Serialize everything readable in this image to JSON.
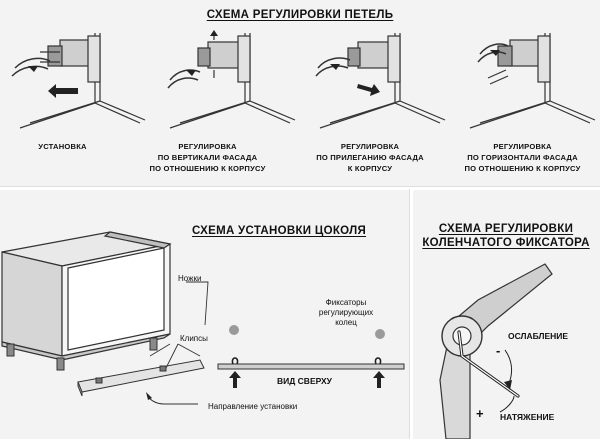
{
  "hinge_scheme": {
    "title": "СХЕМА РЕГУЛИРОВКИ ПЕТЕЛЬ",
    "steps": [
      {
        "lines": [
          "УСТАНОВКА"
        ]
      },
      {
        "lines": [
          "РЕГУЛИРОВКА",
          "ПО ВЕРТИКАЛИ ФАСАДА",
          "ПО ОТНОШЕНИЮ К КОРПУСУ"
        ]
      },
      {
        "lines": [
          "РЕГУЛИРОВКА",
          "ПО ПРИЛЕГАНИЮ ФАСАДА",
          "К КОРПУСУ"
        ]
      },
      {
        "lines": [
          "РЕГУЛИРОВКА",
          "ПО ГОРИЗОНТАЛИ ФАСАДА",
          "ПО ОТНОШЕНИЮ К КОРПУСУ"
        ]
      }
    ]
  },
  "plinth_scheme": {
    "title": "СХЕМА УСТАНОВКИ ЦОКОЛЯ",
    "legs_label": "Ножки",
    "clips_label": "Клипсы",
    "fixators_lines": [
      "Фиксаторы",
      "регулирующих",
      "колец"
    ],
    "top_view_label": "ВИД СВЕРХУ",
    "direction_label": "Направление установки"
  },
  "knee_scheme": {
    "title_lines": [
      "СХЕМА РЕГУЛИРОВКИ",
      "КОЛЕНЧАТОГО ФИКСАТОРА"
    ],
    "loosen_label": "ОСЛАБЛЕНИЕ",
    "tighten_label": "НАТЯЖЕНИЕ",
    "minus_sign": "-",
    "plus_sign": "+"
  }
}
